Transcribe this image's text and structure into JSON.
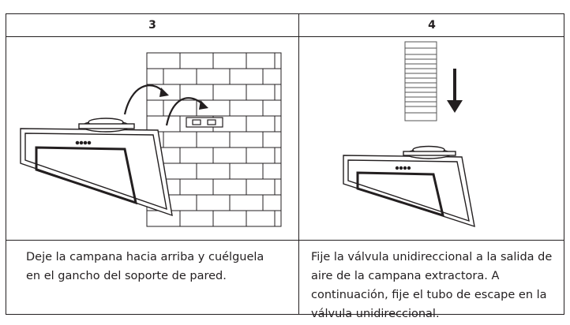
{
  "steps": [
    {
      "number": "3",
      "text": "Deje la campana hacia arriba y cuélguela en el gancho del soporte de pared."
    },
    {
      "number": "4",
      "text": "Fije la válvula unidireccional a la salida de aire de la campana extractora. A continuación, fije el tubo de escape en la válvula unidireccional."
    }
  ]
}
